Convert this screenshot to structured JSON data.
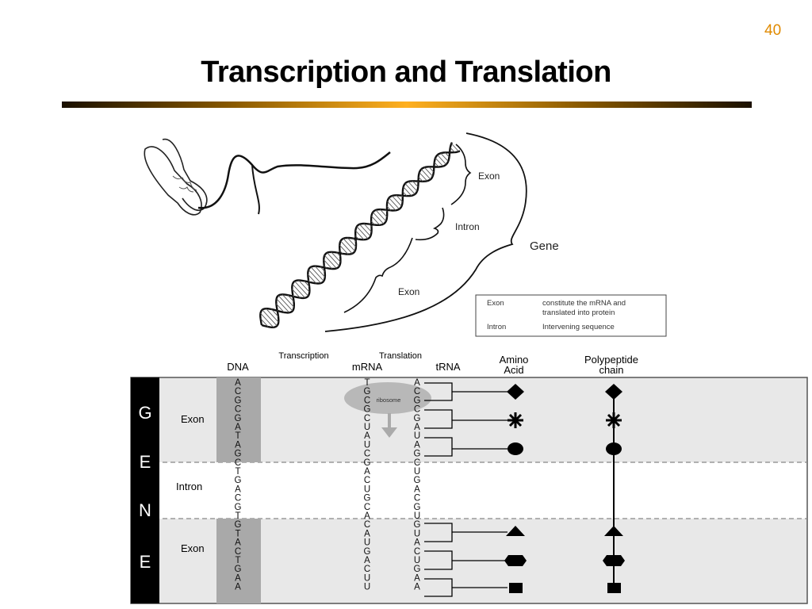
{
  "page_number": "40",
  "title": "Transcription and Translation",
  "upper": {
    "exon_top": "Exon",
    "intron": "Intron",
    "exon_bottom": "Exon",
    "gene": "Gene",
    "legend": [
      {
        "term": "Exon",
        "desc_line1": "constitute the mRNA and",
        "desc_line2": "translated into protein"
      },
      {
        "term": "Intron",
        "desc_line1": "Intervening sequence",
        "desc_line2": ""
      }
    ]
  },
  "table": {
    "headers": {
      "dna": "DNA",
      "transcription": "Transcription",
      "translation": "Translation",
      "mrna": "mRNA",
      "trna": "tRNA",
      "amino_acid_1": "Amino",
      "amino_acid_2": "Acid",
      "polypeptide_1": "Polypeptide",
      "polypeptide_2": "chain"
    },
    "gene_letters": [
      "G",
      "E",
      "N",
      "E"
    ],
    "region_labels": {
      "exon1": "Exon",
      "intron": "Intron",
      "exon2": "Exon"
    },
    "ribosome": "ribosome",
    "dna": [
      "A",
      "C",
      "G",
      "C",
      "G",
      "A",
      "T",
      "A",
      "G",
      "C",
      "T",
      "G",
      "A",
      "C",
      "G",
      "T",
      "G",
      "T",
      "A",
      "C",
      "T",
      "G",
      "A",
      "A"
    ],
    "mrna": [
      "T",
      "G",
      "C",
      "G",
      "C",
      "U",
      "A",
      "U",
      "C",
      "G",
      "A",
      "C",
      "U",
      "G",
      "C",
      "A",
      "C",
      "A",
      "U",
      "G",
      "A",
      "C",
      "U",
      "U"
    ],
    "trna": [
      "A",
      "C",
      "G",
      "C",
      "G",
      "A",
      "U",
      "A",
      "G",
      "C",
      "U",
      "G",
      "A",
      "C",
      "G",
      "U",
      "G",
      "U",
      "A",
      "C",
      "U",
      "G",
      "A",
      "A"
    ]
  }
}
